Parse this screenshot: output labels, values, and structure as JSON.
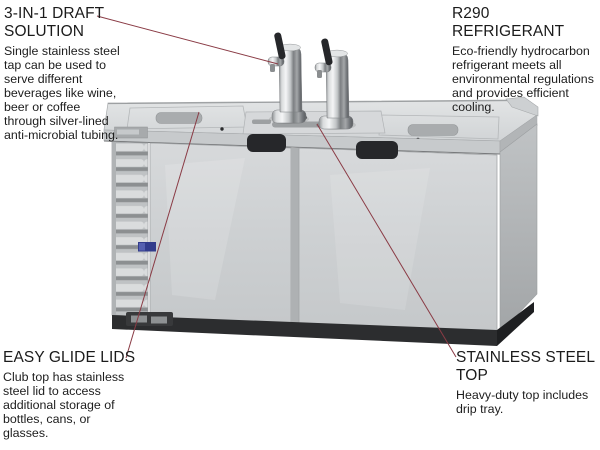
{
  "colors": {
    "background": "#ffffff",
    "text": "#1d1d1d",
    "leader_line": "#8a3b45",
    "steel_light": "#dfe1e2",
    "steel_mid": "#cdd0d2",
    "steel_side": "#aeb1b3",
    "base_dark": "#2c2d2f",
    "handle_black": "#26272a",
    "badge_blue": "#323c8c"
  },
  "callouts": {
    "draft_solution": {
      "heading": "3-IN-1 DRAFT\nSOLUTION",
      "body": "Single stainless steel\ntap can be used to\nserve different\nbeverages like wine,\nbeer or coffee\nthrough silver-lined\nanti-microbial tubing."
    },
    "refrigerant": {
      "heading": "R290 REFRIGERANT",
      "body": "Eco-friendly hydrocarbon\nrefrigerant  meets all\nenvironmental regulations\nand provides efficient\ncooling."
    },
    "glide_lids": {
      "heading": "EASY GLIDE LIDS",
      "body": "Club top has stainless\nsteel lid to access\nadditional storage of\nbottles, cans, or\nglasses."
    },
    "stainless_top": {
      "heading": "STAINLESS STEEL\nTOP",
      "body": "Heavy-duty top includes\ndrip tray."
    }
  },
  "illustration": {
    "subject": "Two-tap club-top stainless steel draft beer dispenser, three-quarter front view",
    "tap_count": 2
  }
}
